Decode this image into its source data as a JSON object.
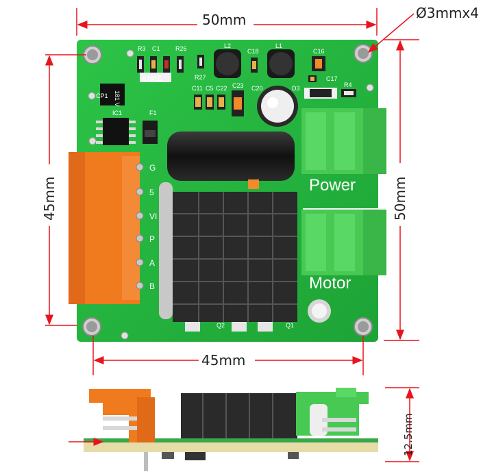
{
  "dimensions": {
    "top_width": "50mm",
    "hole_spec": "Ø3mmx4",
    "left_height": "45mm",
    "right_height": "50mm",
    "bottom_width": "45mm",
    "side_thickness": "12.5mm"
  },
  "board_labels": {
    "power": "Power",
    "motor": "Motor",
    "state": "STATE",
    "r3": "R3",
    "c1": "C1",
    "r26": "R26",
    "r27": "R27",
    "l2": "L2",
    "c18": "C18",
    "l1": "L1",
    "c16": "C16",
    "c17": "C17",
    "r4": "R4",
    "d3": "D3",
    "c20": "C20",
    "c23": "C23",
    "c11": "C11",
    "c5": "C5",
    "c22": "C22",
    "cp1": "CP1",
    "ic1": "IC1",
    "f1": "F1",
    "q2": "Q2",
    "q1": "Q1",
    "chip_mark": "181 V"
  },
  "pins": [
    "G",
    "5",
    "VI",
    "P",
    "A",
    "B"
  ],
  "colors": {
    "pcb": "#22b03c",
    "dimension_line": "#e8141c",
    "terminal_orange": "#f07a1e",
    "terminal_green": "#4fcf5a",
    "heatsink": "#222222"
  }
}
